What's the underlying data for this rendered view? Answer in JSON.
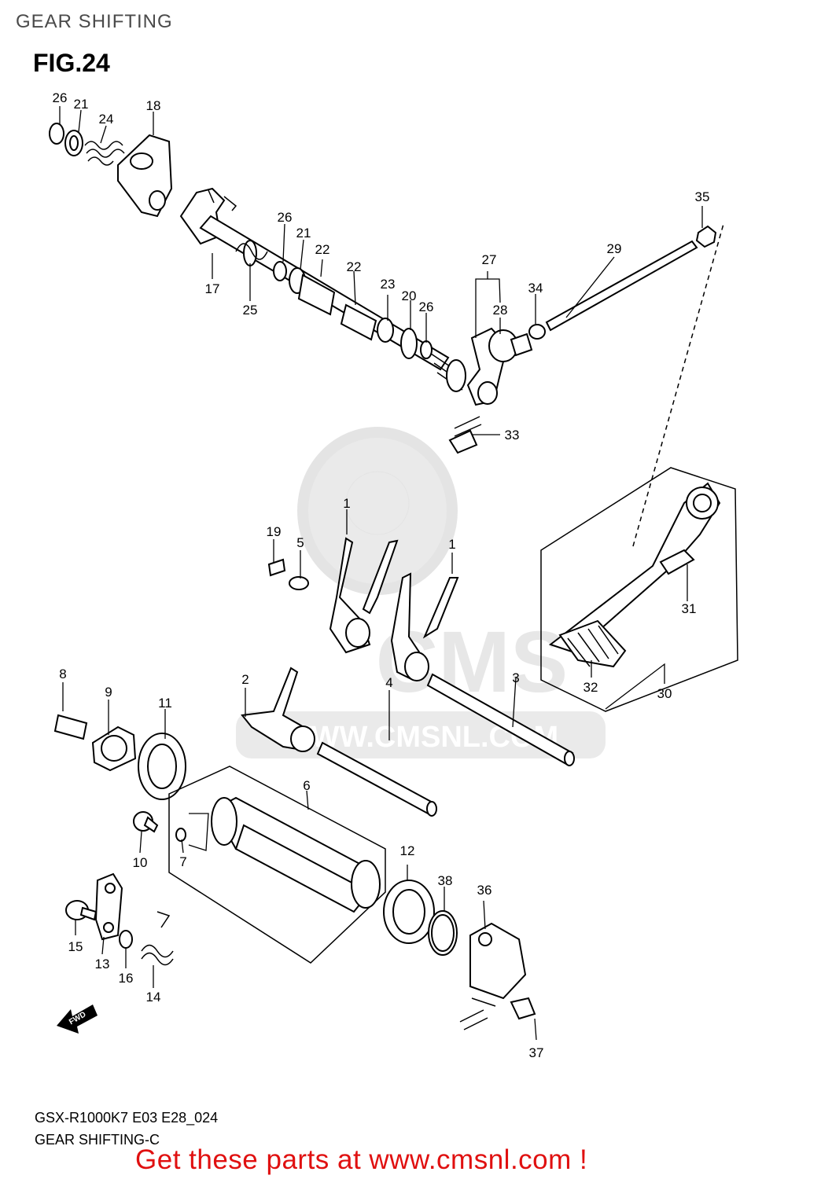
{
  "header": {
    "title": "GEAR SHIFTING"
  },
  "figure": {
    "label": "FIG.24"
  },
  "watermark": {
    "text": "WWW.CMSNL.COM",
    "brand": "CMS"
  },
  "parts": [
    "26",
    "21",
    "24",
    "18",
    "26",
    "21",
    "22",
    "22",
    "23",
    "20",
    "26",
    "17",
    "25",
    "35",
    "29",
    "27",
    "28",
    "34",
    "33",
    "19",
    "5",
    "1",
    "1",
    "8",
    "9",
    "11",
    "2",
    "4",
    "3",
    "31",
    "32",
    "30",
    "6",
    "10",
    "7",
    "12",
    "38",
    "36",
    "15",
    "13",
    "16",
    "14",
    "37"
  ],
  "fwd": "FWD",
  "footer": {
    "code": "GSX-R1000K7 E03 E28_024",
    "subtitle": "GEAR SHIFTING-C",
    "promo": "Get these parts at www.cmsnl.com !"
  },
  "colors": {
    "promo": "#e01010",
    "line": "#000000",
    "watermark": "#d9d9d9"
  }
}
